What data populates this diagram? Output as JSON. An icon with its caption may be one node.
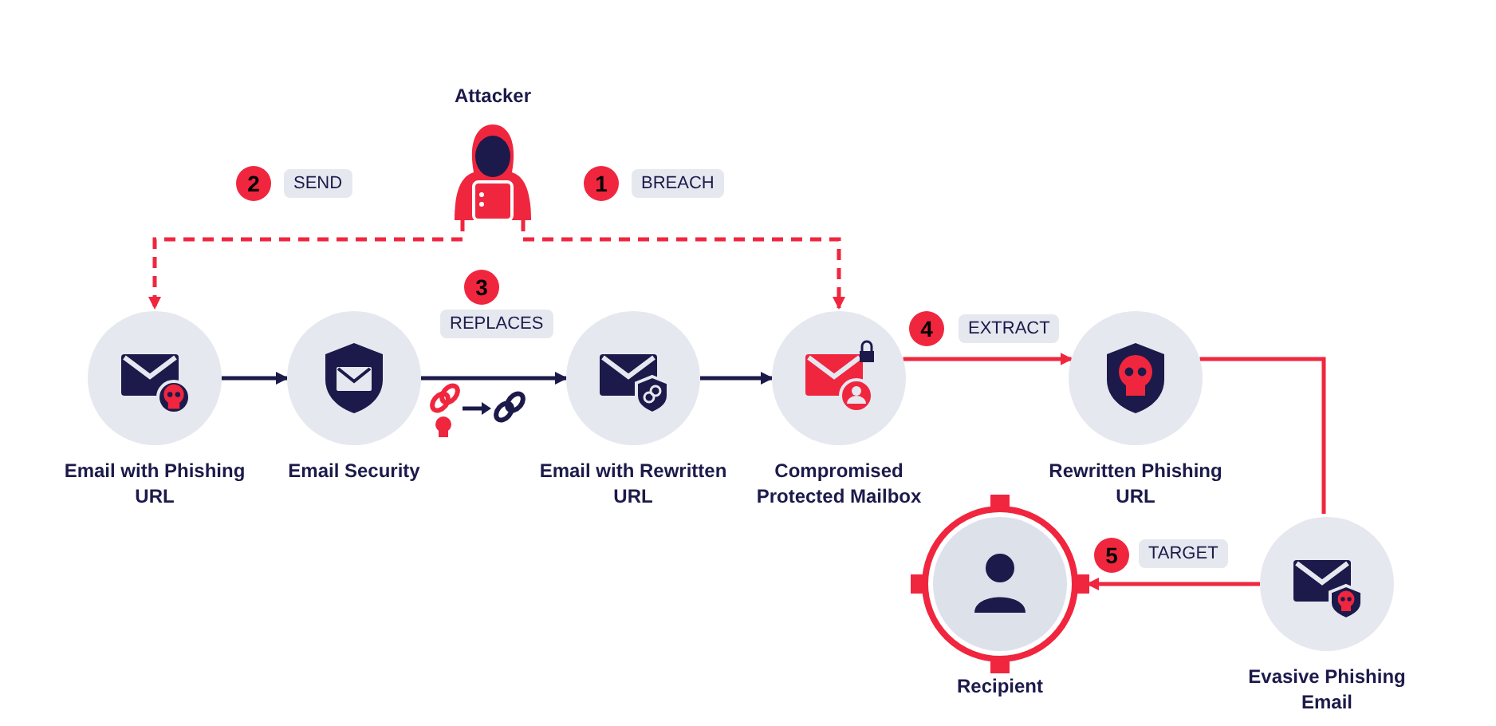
{
  "diagram": {
    "nodes": [
      {
        "text": [
          "Attacker"
        ]
      },
      {
        "text": [
          "Email with Phishing URL"
        ]
      },
      {
        "text": [
          "Email Security"
        ]
      },
      {
        "text": [
          "Email with Rewritten URL"
        ]
      },
      {
        "text": [
          "Compromised Protected Mailbox"
        ]
      },
      {
        "text": [
          "Rewritten Phishing URL"
        ]
      },
      {
        "text": [
          "Evasive Phishing Email"
        ]
      },
      {
        "text": [
          "Recipient"
        ]
      }
    ],
    "edges": [
      {
        "from": 0,
        "to": 1,
        "arrow": "to",
        "label": "SEND",
        "style": "dashed"
      },
      {
        "from": 0,
        "to": 4,
        "arrow": "to",
        "label": "BREACH",
        "style": "dashed"
      },
      {
        "from": 1,
        "to": 2,
        "arrow": "to",
        "color": "#1c1a4a"
      },
      {
        "from": 2,
        "to": 3,
        "arrow": "to",
        "label": "REPLACES",
        "color": "#1c1a4a"
      },
      {
        "from": 3,
        "to": 4,
        "arrow": "to",
        "color": "#1c1a4a"
      },
      {
        "from": 4,
        "to": 5,
        "arrow": "to",
        "label": "EXTRACT"
      },
      {
        "from": 5,
        "to": 6,
        "arrow": "none"
      },
      {
        "from": 6,
        "to": 7,
        "arrow": "to",
        "label": "TARGET"
      }
    ],
    "labels": [
      "2",
      "1",
      "3",
      "4",
      "5"
    ]
  }
}
